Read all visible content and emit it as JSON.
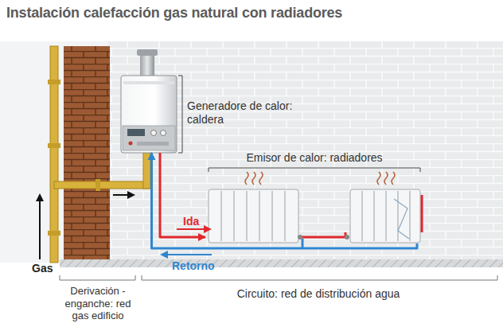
{
  "diagram": {
    "title": "Instalación calefacción gas natural con radiadores",
    "nodes": [
      {
        "text": [
          "Generadore de calor: caldera"
        ]
      },
      {
        "text": [
          "Emisor de calor: radiadores"
        ]
      }
    ],
    "edges": [
      {
        "from": 0,
        "to": 1,
        "arrow": "to",
        "label": "Ida"
      },
      {
        "from": 1,
        "to": 0,
        "arrow": "to",
        "label": "Retorno"
      }
    ],
    "labels": [
      "Gas",
      "Derivación - enganche: red gas edificio",
      "Circuito: red de distribución agua"
    ]
  }
}
